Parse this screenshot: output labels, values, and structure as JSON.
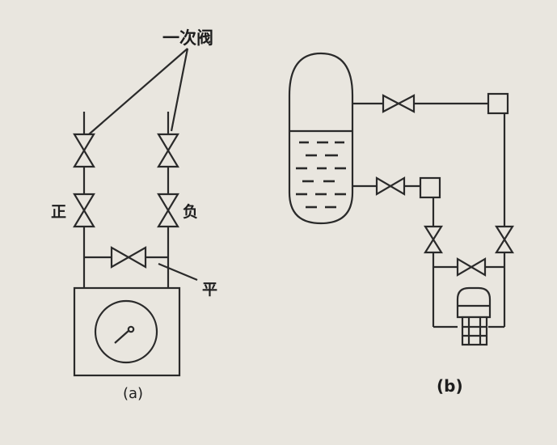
{
  "diagram_a": {
    "caption": "(a)",
    "label_primary_valve": "一次阀",
    "label_positive": "正",
    "label_negative": "负",
    "label_balance": "平"
  },
  "diagram_b": {
    "caption": "(b)"
  },
  "colors": {
    "line": "#2a2a2a",
    "paper": "#e9e6df",
    "ghost_text": "#cfcbc2"
  }
}
